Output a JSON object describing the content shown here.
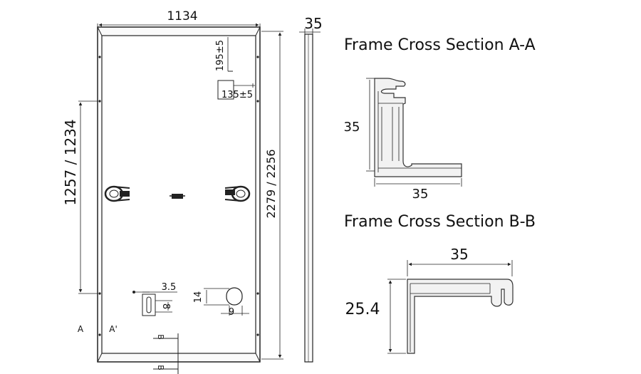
{
  "panel": {
    "width_label": "1134",
    "mount_label": "1257 / 1234",
    "length_label": "2279 / 2256",
    "jbox_v_label": "195±5",
    "jbox_h_label": "135±5",
    "hole_w_label": "3.5",
    "hole_h_label": "8",
    "slot_h_label": "14",
    "slot_w_label": "9",
    "marker_a": "A",
    "marker_a2": "A'",
    "marker_b": "B",
    "marker_b2": "B"
  },
  "side_view": {
    "depth_label": "35"
  },
  "section_aa": {
    "title": "Frame Cross Section A-A",
    "height_label": "35",
    "width_label": "35"
  },
  "section_bb": {
    "title": "Frame Cross Section B-B",
    "width_label": "35",
    "height_label": "25.4"
  }
}
